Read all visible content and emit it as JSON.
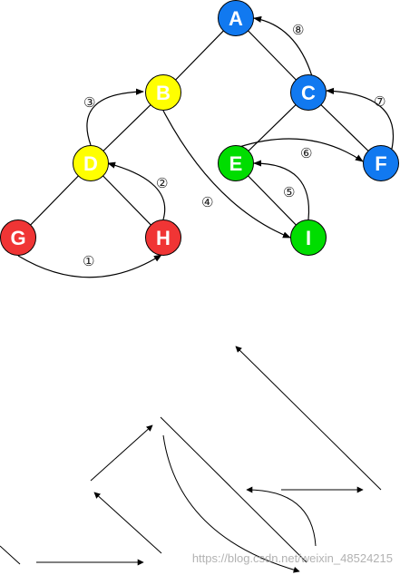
{
  "colors": {
    "blue": "#1179f0",
    "yellow": "#ffff00",
    "green": "#00dd00",
    "red": "#f03535",
    "line": "#000000"
  },
  "nodes": [
    {
      "id": "A",
      "label": "A",
      "color": "blue",
      "text": "white"
    },
    {
      "id": "B",
      "label": "B",
      "color": "yellow",
      "text": "white"
    },
    {
      "id": "C",
      "label": "C",
      "color": "blue",
      "text": "white"
    },
    {
      "id": "D",
      "label": "D",
      "color": "yellow",
      "text": "white"
    },
    {
      "id": "E",
      "label": "E",
      "color": "green",
      "text": "white"
    },
    {
      "id": "F",
      "label": "F",
      "color": "blue",
      "text": "white"
    },
    {
      "id": "G",
      "label": "G",
      "color": "red",
      "text": "white"
    },
    {
      "id": "H",
      "label": "H",
      "color": "red",
      "text": "white"
    },
    {
      "id": "I",
      "label": "I",
      "color": "green",
      "text": "white"
    }
  ],
  "tree_edges": [
    [
      "A",
      "B"
    ],
    [
      "A",
      "C"
    ],
    [
      "B",
      "D"
    ],
    [
      "D",
      "G"
    ],
    [
      "D",
      "H"
    ],
    [
      "C",
      "E"
    ],
    [
      "C",
      "F"
    ],
    [
      "E",
      "I"
    ]
  ],
  "traversal_steps": [
    {
      "label": "①",
      "from": "G",
      "to": "H"
    },
    {
      "label": "②",
      "from": "H",
      "to": "D"
    },
    {
      "label": "③",
      "from": "D",
      "to": "B"
    },
    {
      "label": "④",
      "from": "B",
      "to": "I"
    },
    {
      "label": "⑤",
      "from": "I",
      "to": "E"
    },
    {
      "label": "⑥",
      "from": "E",
      "to": "F"
    },
    {
      "label": "⑦",
      "from": "F",
      "to": "C"
    },
    {
      "label": "⑧",
      "from": "C",
      "to": "A"
    }
  ],
  "watermark": "https://blog.csdn.net/weixin_48524215"
}
